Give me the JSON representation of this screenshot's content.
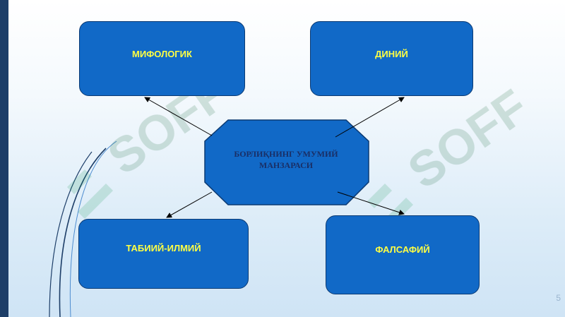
{
  "diagram": {
    "center": {
      "line1": "БОРЛИҚНИНГ УМУМИЙ",
      "line2": "МАНЗАРАСИ"
    },
    "nodes": {
      "mifologik": "МИФОЛОГИК",
      "diniy": "ДИНИЙ",
      "tabiiy_ilmiy": "ТАБИИЙ-ИЛМИЙ",
      "falsafiy": "ФАЛСАФИЙ"
    }
  },
  "slide": {
    "number": "5"
  },
  "watermark": {
    "text": "SOFF"
  },
  "colors": {
    "box_fill": "#1169c7",
    "box_text": "#ffff44",
    "center_text": "#1a2f66",
    "left_bar": "#1d3e68"
  }
}
